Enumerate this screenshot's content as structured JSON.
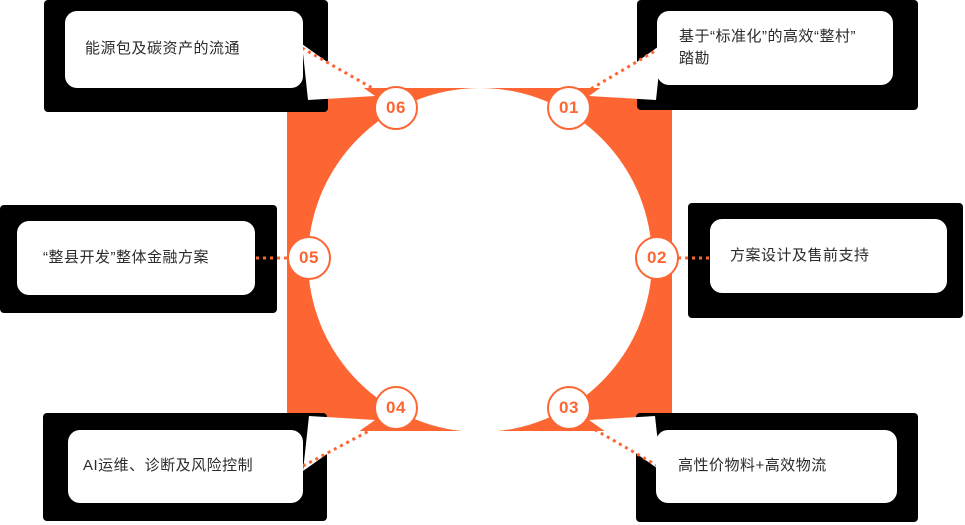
{
  "colors": {
    "accent": "#FD6633",
    "backdrop": "#000000",
    "text": "#2B2B2B",
    "node_bg": "#FFFFFF"
  },
  "diagram": {
    "type": "numbered-cycle-infographic",
    "items": [
      {
        "number": "01",
        "label": "基于“标准化”的高效“整村” 踏勘"
      },
      {
        "number": "02",
        "label": "方案设计及售前支持"
      },
      {
        "number": "03",
        "label": "高性价物料+高效物流"
      },
      {
        "number": "04",
        "label": "AI运维、诊断及风险控制"
      },
      {
        "number": "05",
        "label": "“整县开发”整体金融方案"
      },
      {
        "number": "06",
        "label": "能源包及碳资产的流通"
      }
    ]
  }
}
